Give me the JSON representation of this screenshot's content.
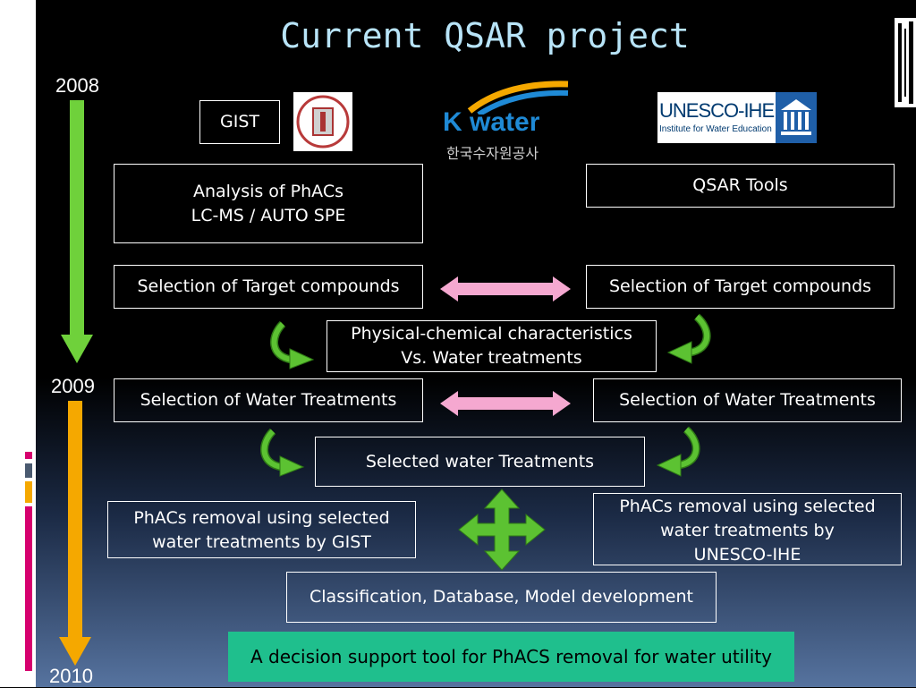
{
  "title": "Current QSAR project",
  "years": [
    "2008",
    "2009",
    "2010"
  ],
  "logos": {
    "kwater_en": "K water",
    "kwater_kr": "한국수자원공사",
    "unesco_line1": "UNESCO-IHE",
    "unesco_line2": "Institute for Water Education"
  },
  "boxes": {
    "gist": "GIST",
    "analysis_line1": "Analysis of PhACs",
    "analysis_line2": "LC-MS / AUTO SPE",
    "qsar_tools": "QSAR Tools",
    "target_left": "Selection of Target compounds",
    "target_right": "Selection of Target compounds",
    "physchem_line1": "Physical-chemical characteristics",
    "physchem_line2": "Vs. Water treatments",
    "water_left": "Selection of Water Treatments",
    "water_right": "Selection of Water Treatments",
    "selected": "Selected water Treatments",
    "removal_gist_line1": "PhACs removal using selected",
    "removal_gist_line2": "water treatments by GIST",
    "removal_unesco_line1": "PhACs removal using selected",
    "removal_unesco_line2": "water treatments by",
    "removal_unesco_line3": "UNESCO-IHE",
    "classification": "Classification, Database, Model development",
    "final": "A decision support tool for PhACS removal for water utility"
  },
  "colors": {
    "background": "#000000",
    "title": "#b8e4f8",
    "timeline_2008": "#6fd13b",
    "timeline_2009": "#f5a800",
    "double_arrow": "#f5a8d0",
    "curved_arrow": "#5cc232",
    "cross_arrow": "#5cc232",
    "final_box": "#1fbf8d"
  },
  "icons": [
    "double-arrow-icon",
    "curved-arrow-icon",
    "four-way-arrow-icon",
    "down-arrow-icon"
  ]
}
